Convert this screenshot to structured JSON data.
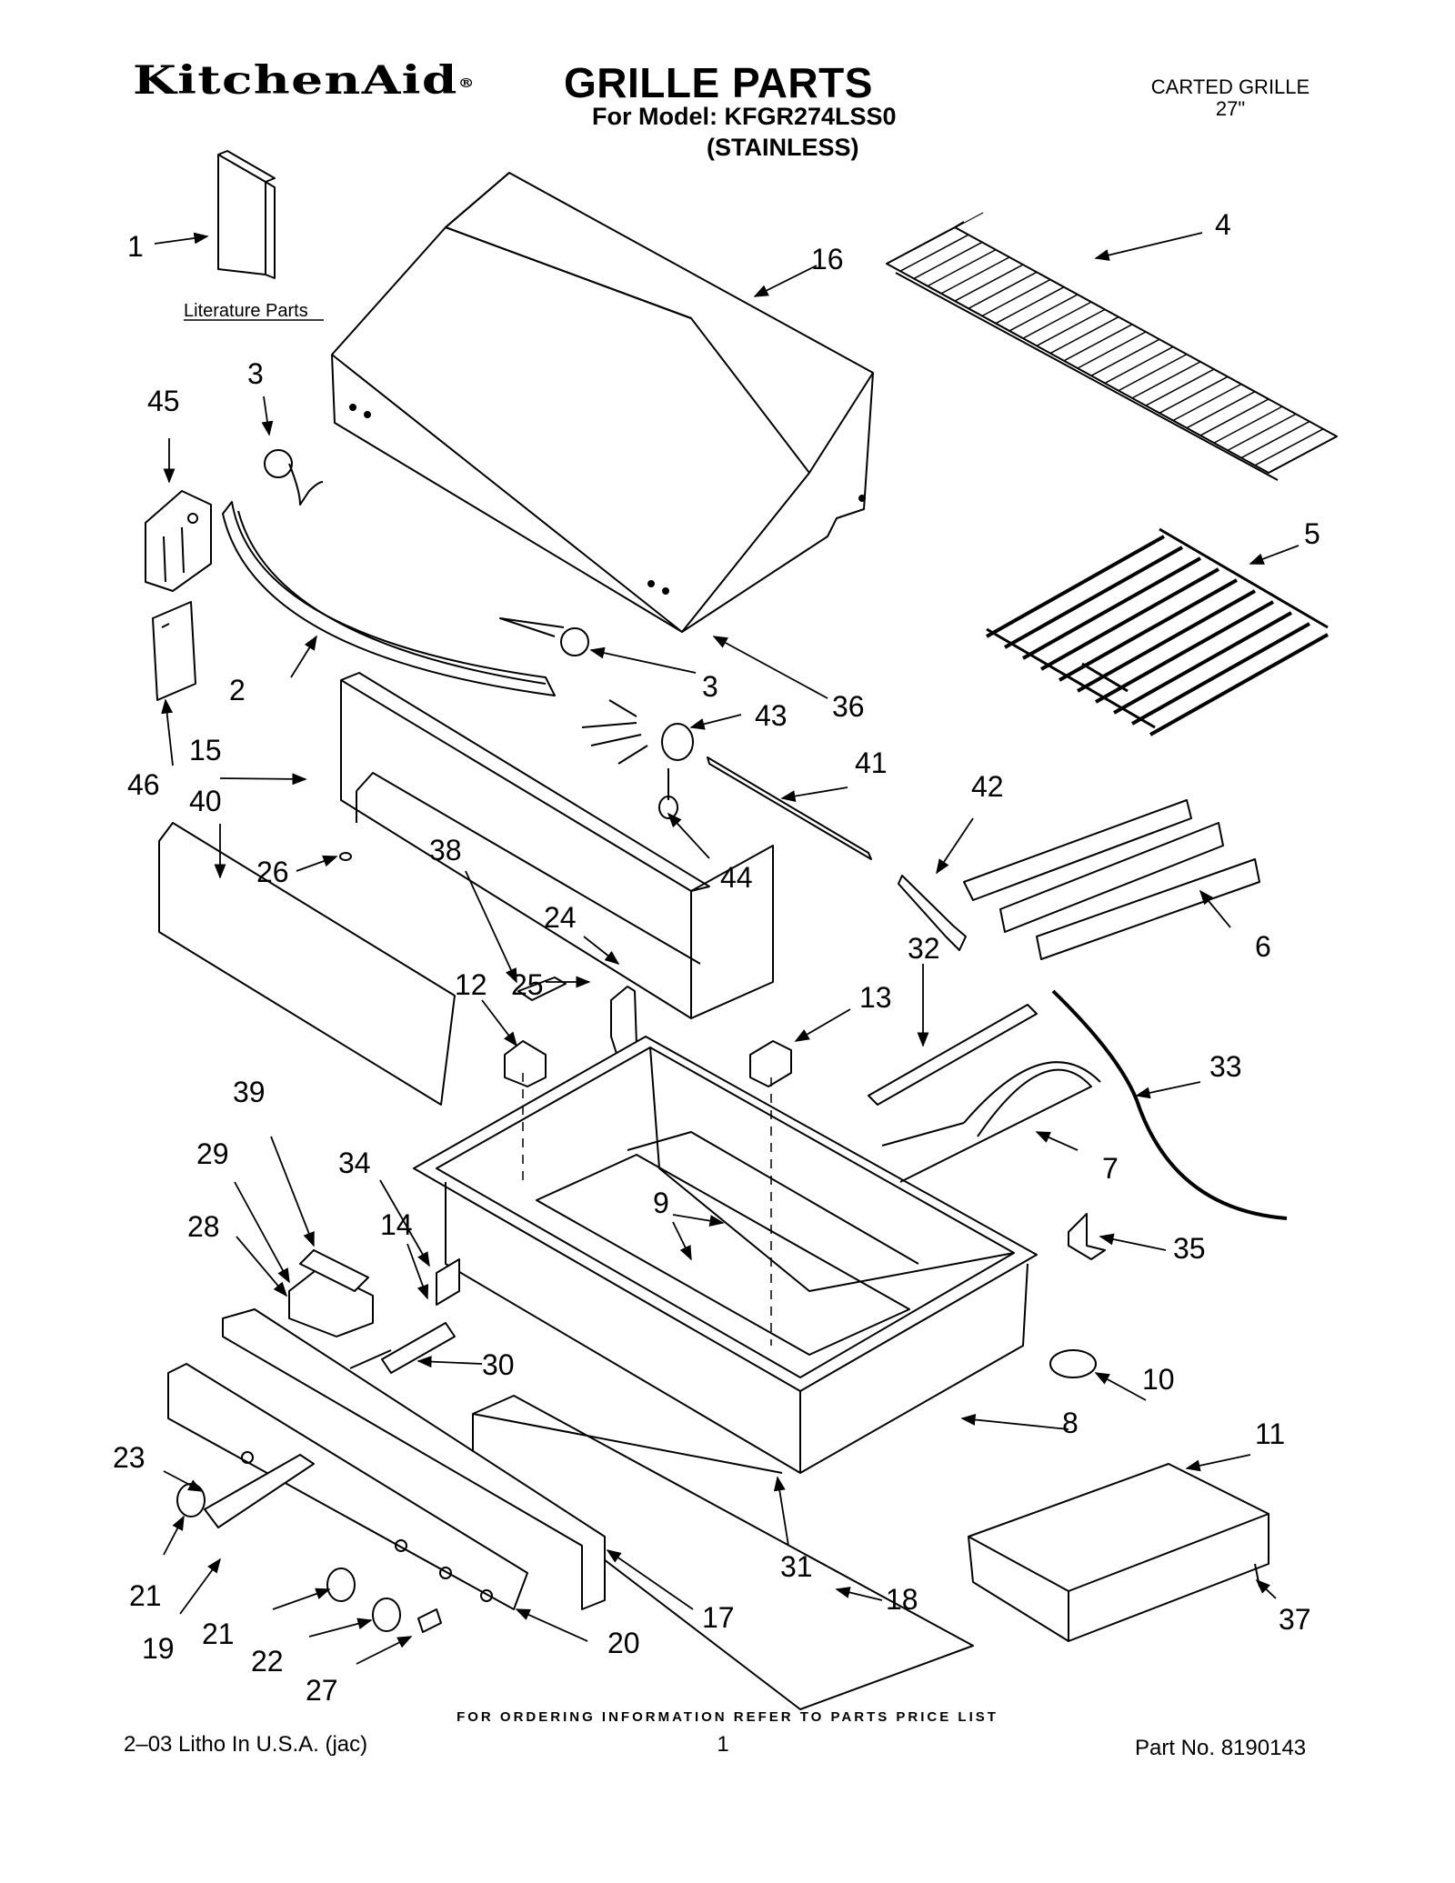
{
  "header": {
    "brand": "KitchenAid",
    "brand_mark": "®",
    "title": "GRILLE PARTS",
    "model_line": "For Model: KFGR274LSS0",
    "variant": "(STAINLESS)",
    "product_type": "CARTED GRILLE",
    "product_size": "27\""
  },
  "diagram": {
    "literature_label": "Literature Parts",
    "callouts": [
      "1",
      "2",
      "3",
      "3",
      "4",
      "5",
      "6",
      "7",
      "8",
      "9",
      "10",
      "11",
      "12",
      "13",
      "14",
      "15",
      "16",
      "17",
      "18",
      "19",
      "20",
      "21",
      "21",
      "22",
      "23",
      "24",
      "25",
      "26",
      "27",
      "28",
      "29",
      "30",
      "31",
      "32",
      "33",
      "34",
      "35",
      "36",
      "37",
      "38",
      "39",
      "40",
      "41",
      "42",
      "43",
      "44",
      "45",
      "46"
    ]
  },
  "footer": {
    "ordering_note": "FOR ORDERING INFORMATION REFER TO PARTS PRICE LIST",
    "litho": "2–03 Litho In U.S.A. (jac)",
    "page_number": "1",
    "part_number": "Part No. 8190143"
  }
}
